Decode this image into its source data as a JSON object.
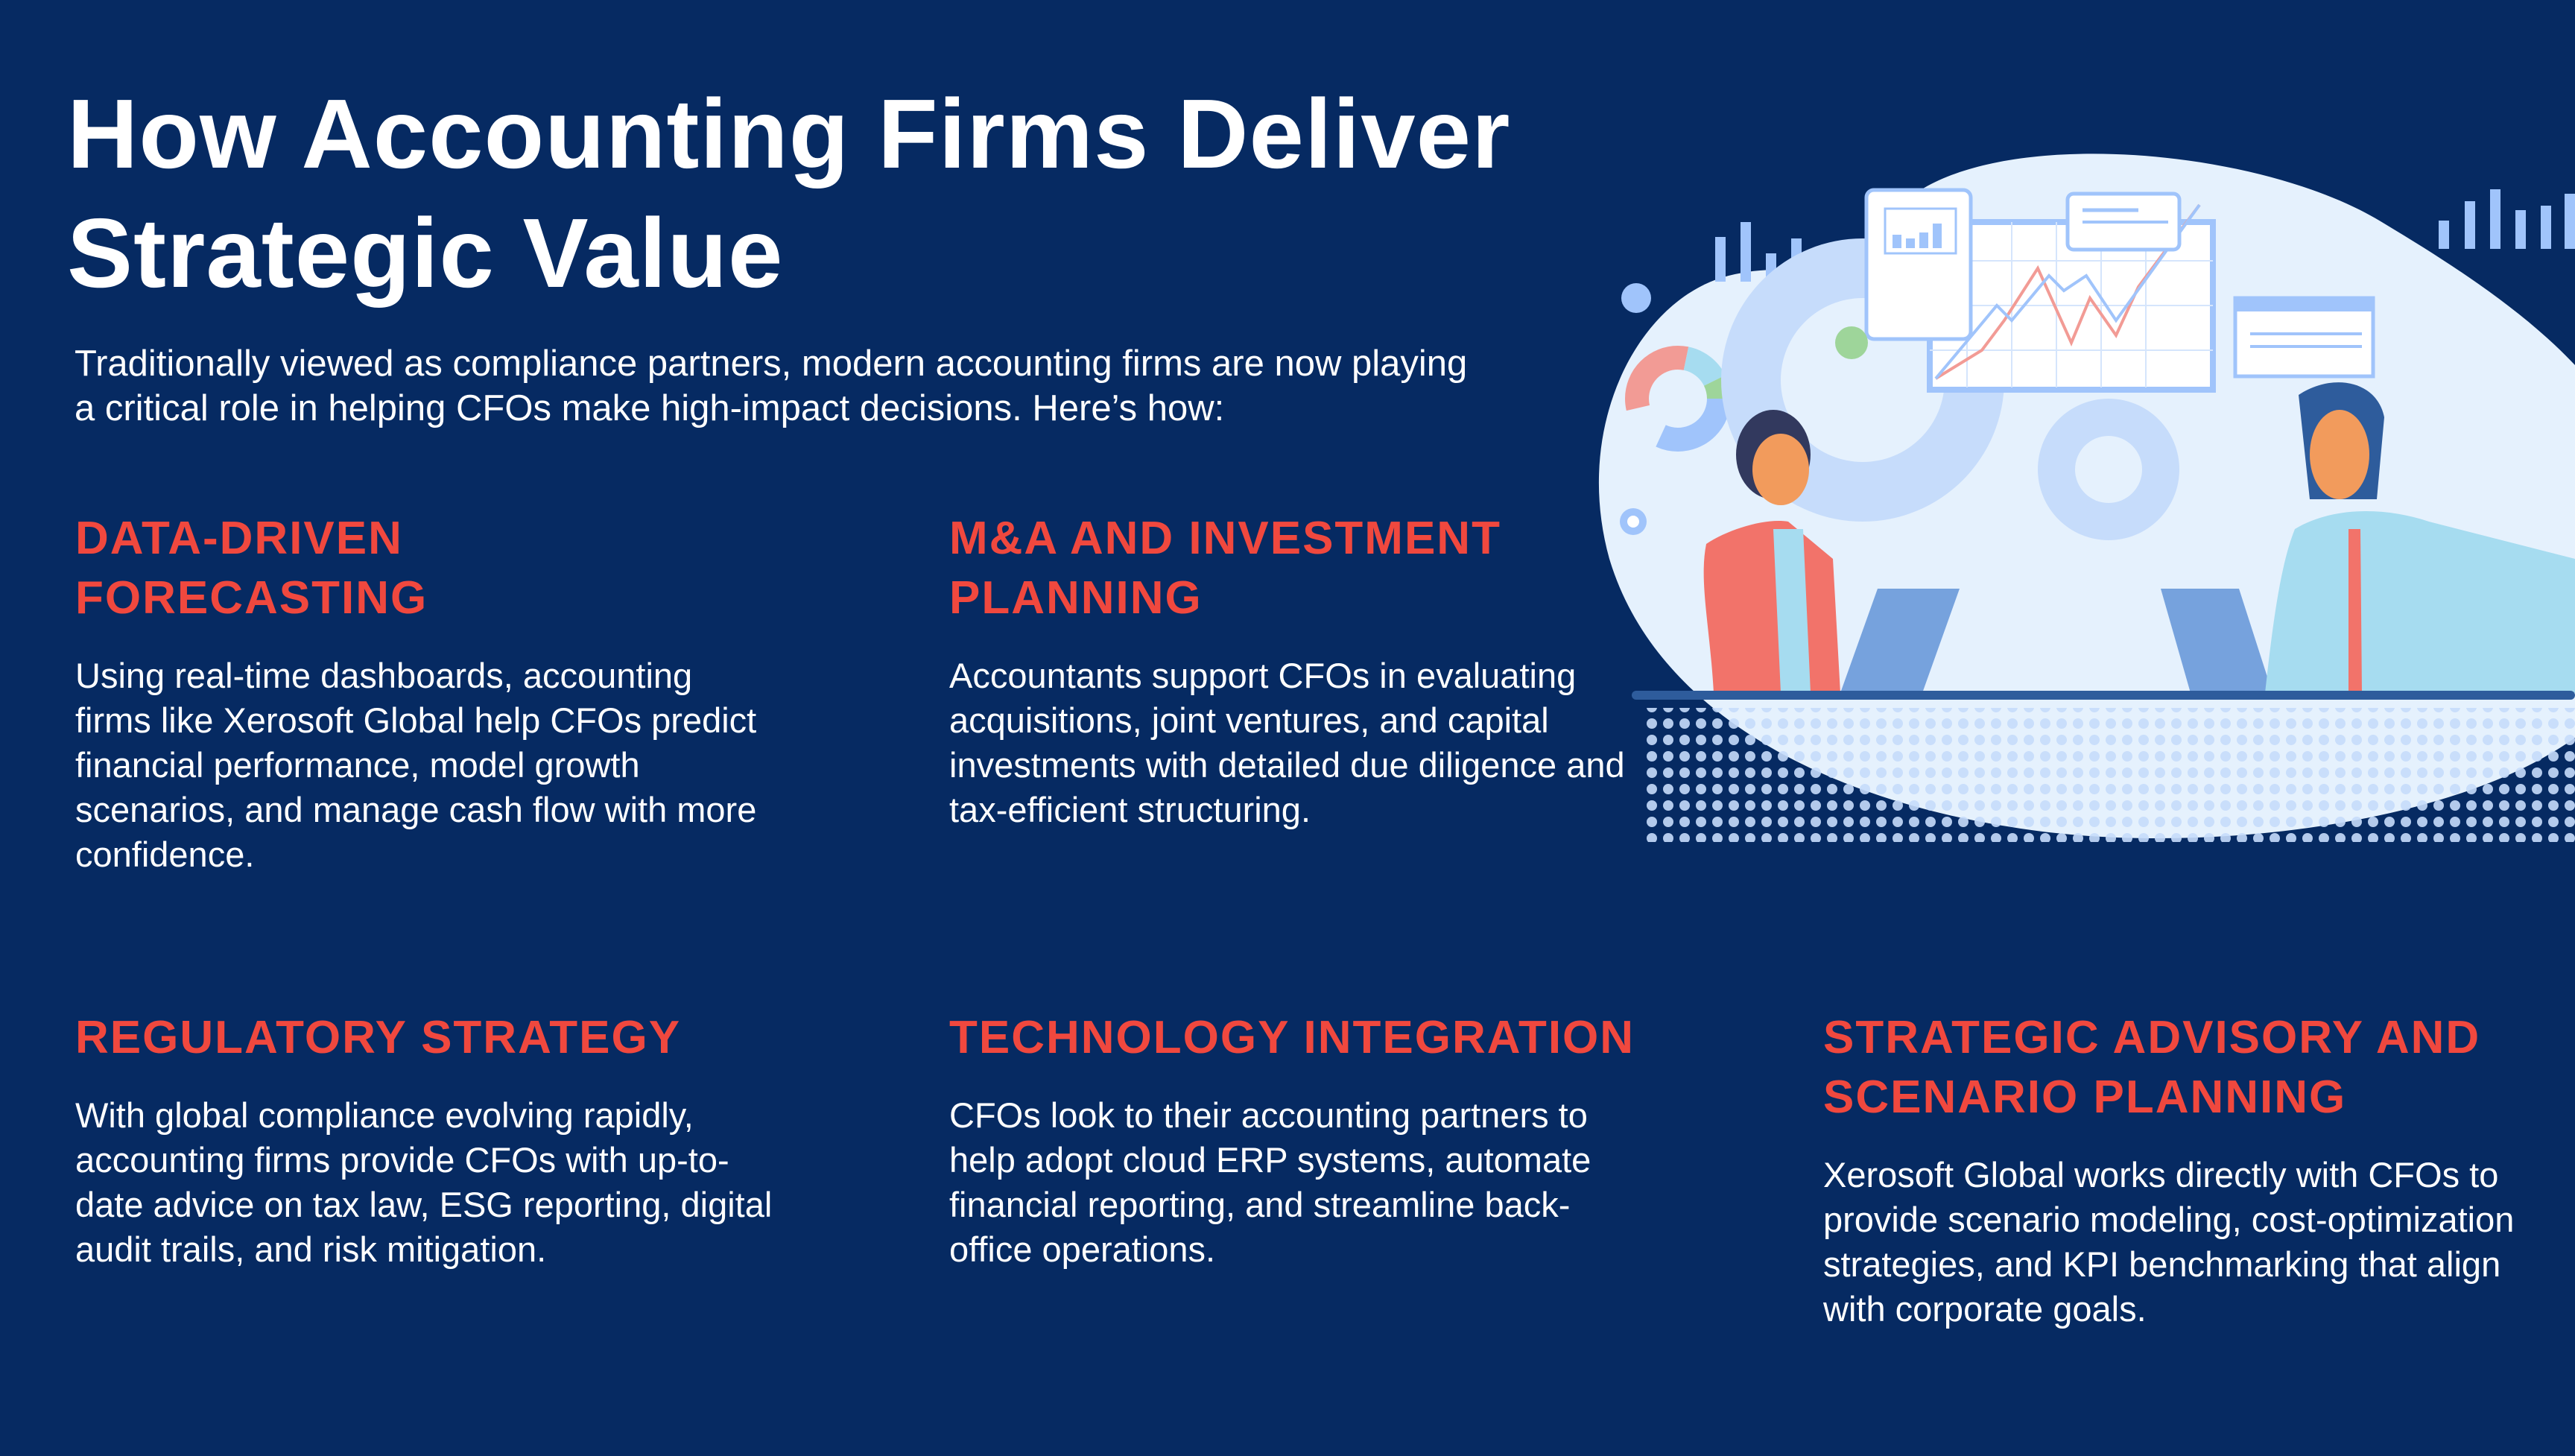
{
  "title": "How Accounting Firms Deliver Strategic Value",
  "intro": "Traditionally viewed as compliance partners, modern accounting firms are now playing a critical role in helping CFOs make high-impact decisions. Here’s how:",
  "sections": [
    {
      "heading": "Data-Driven Forecasting",
      "body": "Using real-time dashboards, accounting firms like Xerosoft Global help CFOs predict financial performance, model growth scenarios, and manage cash flow with more confidence."
    },
    {
      "heading": "M&A and Investment Planning",
      "body": "Accountants support CFOs in evaluating acquisitions, joint ventures, and capital investments with detailed due diligence and tax-efficient structuring."
    },
    {
      "heading": "Regulatory Strategy",
      "body": "With global compliance evolving rapidly, accounting firms provide CFOs with up-to-date advice on tax law, ESG reporting, digital audit trails, and risk mitigation."
    },
    {
      "heading": "Technology Integration",
      "body": "CFOs look to their accounting partners to help adopt cloud ERP systems, automate financial reporting, and streamline back-office operations."
    },
    {
      "heading": "Strategic Advisory and Scenario Planning",
      "body": "Xerosoft Global works directly with CFOs to provide scenario modeling, cost-optimization strategies, and KPI benchmarking that align with corporate goals."
    }
  ],
  "colors": {
    "background": "#062a62",
    "accent": "#f0483e",
    "light": "#e5f1fd",
    "blue": "#a0c4fb"
  }
}
